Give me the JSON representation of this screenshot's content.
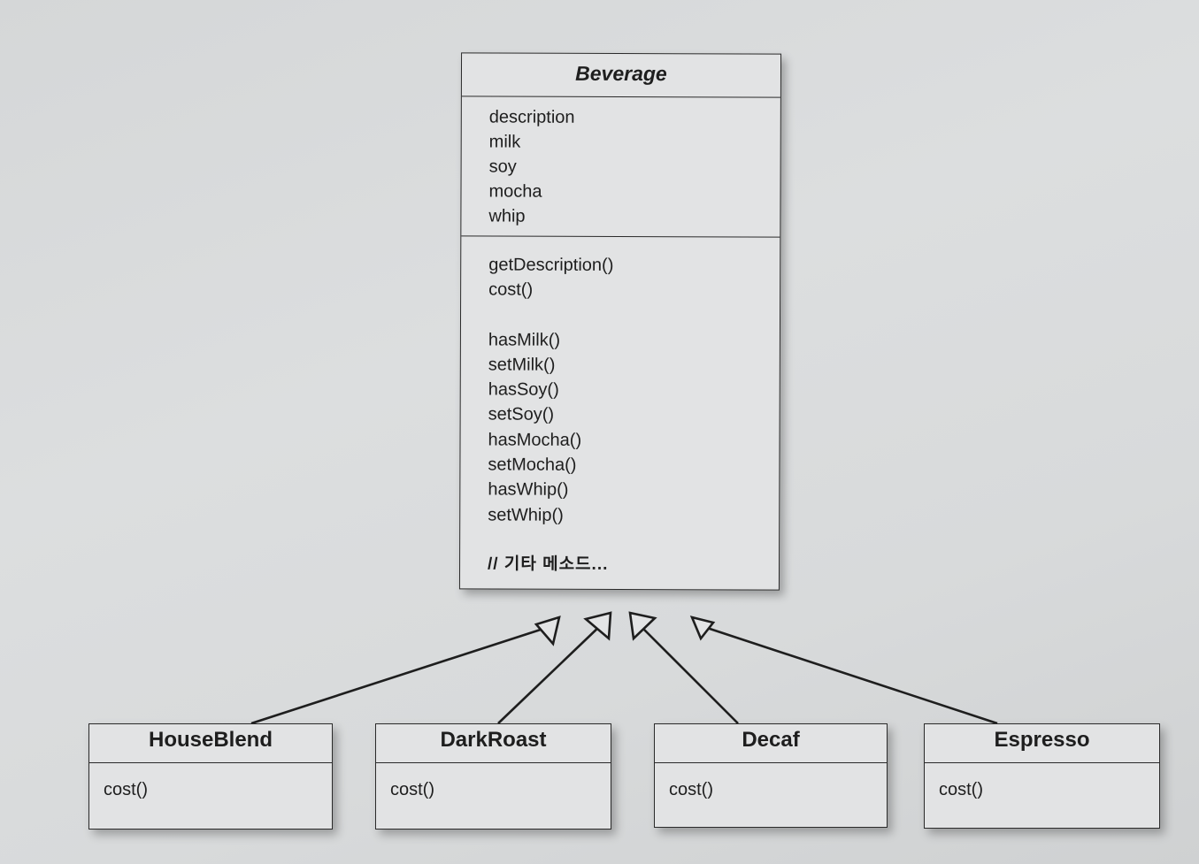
{
  "beverage": {
    "name": "Beverage",
    "attributes": [
      "description",
      "milk",
      "soy",
      "mocha",
      "whip"
    ],
    "methods_primary": [
      "getDescription()",
      "cost()"
    ],
    "methods_secondary": [
      "hasMilk()",
      "setMilk()",
      "hasSoy()",
      "setSoy()",
      "hasMocha()",
      "setMocha()",
      "hasWhip()",
      "setWhip()"
    ],
    "comment": "// 기타 메소드..."
  },
  "subclasses": [
    {
      "name": "HouseBlend",
      "method": "cost()"
    },
    {
      "name": "DarkRoast",
      "method": "cost()"
    },
    {
      "name": "Decaf",
      "method": "cost()"
    },
    {
      "name": "Espresso",
      "method": "cost()"
    }
  ]
}
